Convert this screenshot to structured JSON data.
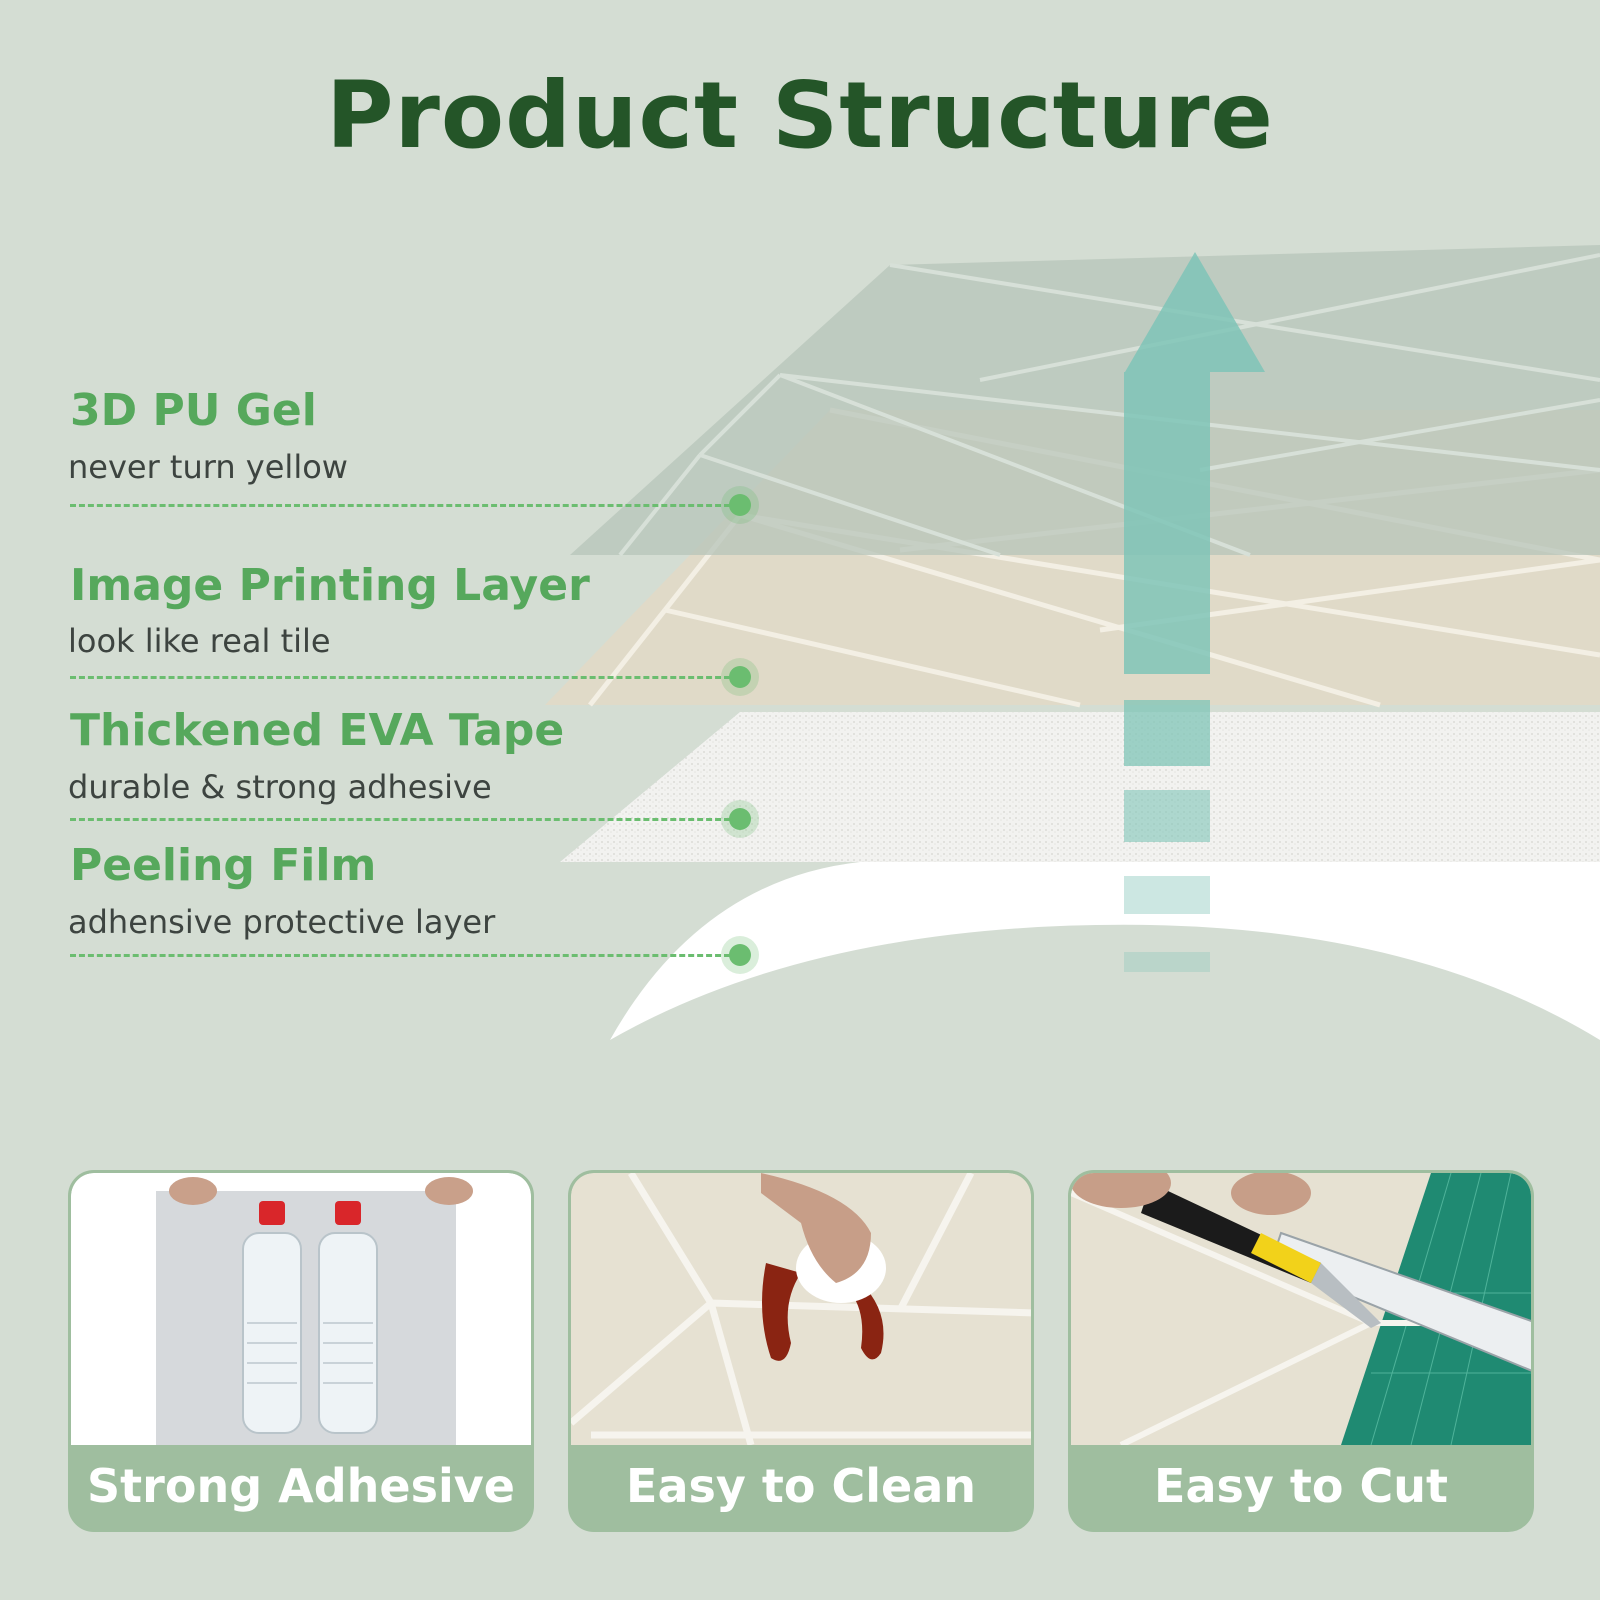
{
  "title": "Product Structure",
  "layers": [
    {
      "name": "3D PU Gel",
      "description": "never turn yellow"
    },
    {
      "name": "Image Printing Layer",
      "description": "look like real tile"
    },
    {
      "name": "Thickened EVA Tape",
      "description": "durable & strong adhesive"
    },
    {
      "name": "Peeling Film",
      "description": "adhensive protective layer"
    }
  ],
  "features": [
    {
      "label": "Strong Adhesive",
      "photo": "bottles-on-tile-photo"
    },
    {
      "label": "Easy to Clean",
      "photo": "wiping-ketchup-photo"
    },
    {
      "label": "Easy to Cut",
      "photo": "cutting-tile-photo"
    }
  ],
  "colors": {
    "background": "#d4ddd3",
    "title": "#245528",
    "label_green": "#56a85c",
    "dash_green": "#6bbd70",
    "card_green": "#9fbe9f",
    "arrow_teal": "#7fc4b7"
  }
}
